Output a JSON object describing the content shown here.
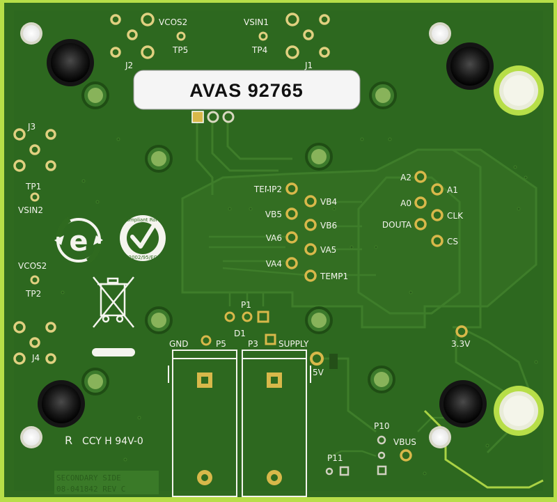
{
  "board_label": "AVAS 92765",
  "colors": {
    "soldermask": "#2f6a1f",
    "soldermask_dark": "#24561a",
    "edge": "#a8d23a",
    "silkscreen": "#f4f4ee",
    "gold": "#d8b84a",
    "copper_trace": "#3f7f28"
  },
  "connectors": {
    "j2": {
      "name": "J2",
      "net": "VCOS2",
      "tp": "TP5"
    },
    "j1": {
      "name": "J1",
      "net": "VSIN1",
      "tp": "TP4"
    },
    "j3": {
      "name": "J3",
      "tp": "TP1",
      "net": "VSIN2"
    },
    "j4": {
      "name": "J4",
      "net": "VCOS2",
      "tp": "TP2"
    }
  },
  "left_header": [
    "TEMP2",
    "VB5",
    "VA6",
    "VA4"
  ],
  "right_header": [
    "VB4",
    "VB6",
    "VA5",
    "TEMP1"
  ],
  "addr_left": [
    "A2",
    "A0",
    "DOUTA"
  ],
  "addr_right": [
    "A1",
    "CLK",
    "CS"
  ],
  "p1": "P1",
  "d1": "D1",
  "gnd": "GND",
  "p5": "P5",
  "p3": "P3",
  "supply": "SUPPLY",
  "v33": "3.3V",
  "v5": "5V",
  "p10": "P10",
  "vbus": "VBUS",
  "p11": "P11",
  "rating": "CCY H 94V-0",
  "ul_mark": "R",
  "side_text": "SECONDARY SIDE",
  "part_number": "08-041842 REV C",
  "rohs": {
    "line1": "Compliant RoHS",
    "line2": "2002/95/EC"
  },
  "e_logo": "e"
}
